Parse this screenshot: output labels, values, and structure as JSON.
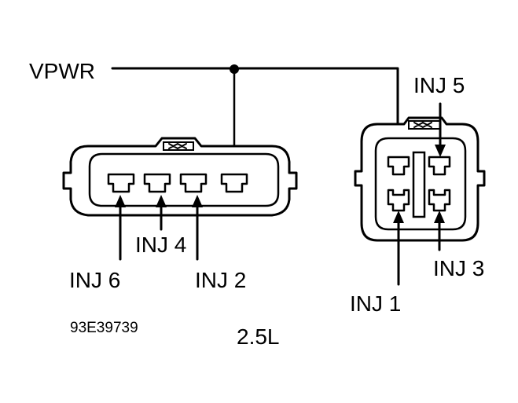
{
  "labels": {
    "vpwr": "VPWR",
    "inj1": "INJ 1",
    "inj2": "INJ 2",
    "inj3": "INJ 3",
    "inj4": "INJ 4",
    "inj5": "INJ 5",
    "inj6": "INJ 6",
    "figure_id": "93E39739",
    "engine": "2.5L"
  }
}
